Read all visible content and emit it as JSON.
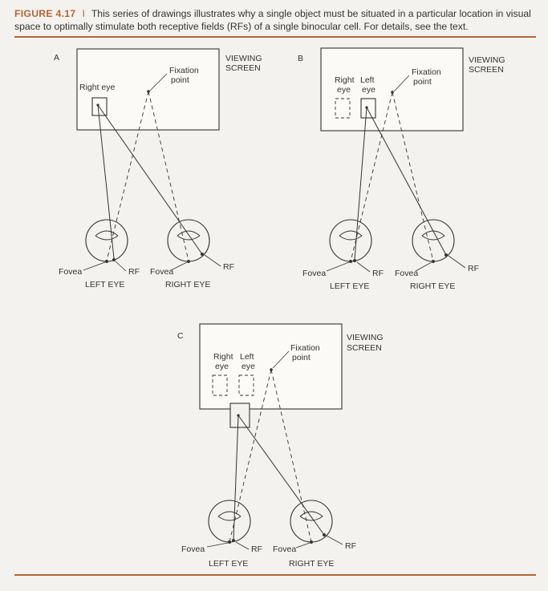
{
  "caption": {
    "figure_label": "FIGURE 4.17",
    "separator": "I",
    "text": "This series of drawings illustrates why a single object must be situated in a particular location in visual space to optimally stimulate both receptive fields (RFs) of a single binocular cell. For details, see the text."
  },
  "labels": {
    "viewing": "VIEWING",
    "screen": "SCREEN",
    "fixation": "Fixation",
    "point": "point",
    "right_eye": "Right eye",
    "right": "Right",
    "left": "Left",
    "eye": "eye",
    "fovea": "Fovea",
    "rf": "RF",
    "left_eye_caps": "LEFT EYE",
    "right_eye_caps": "RIGHT EYE"
  },
  "panels": {
    "a": {
      "letter": "A"
    },
    "b": {
      "letter": "B"
    },
    "c": {
      "letter": "C"
    }
  },
  "colors": {
    "accent": "#b5643a",
    "ink": "#333333",
    "paper": "#f4f2ee"
  }
}
